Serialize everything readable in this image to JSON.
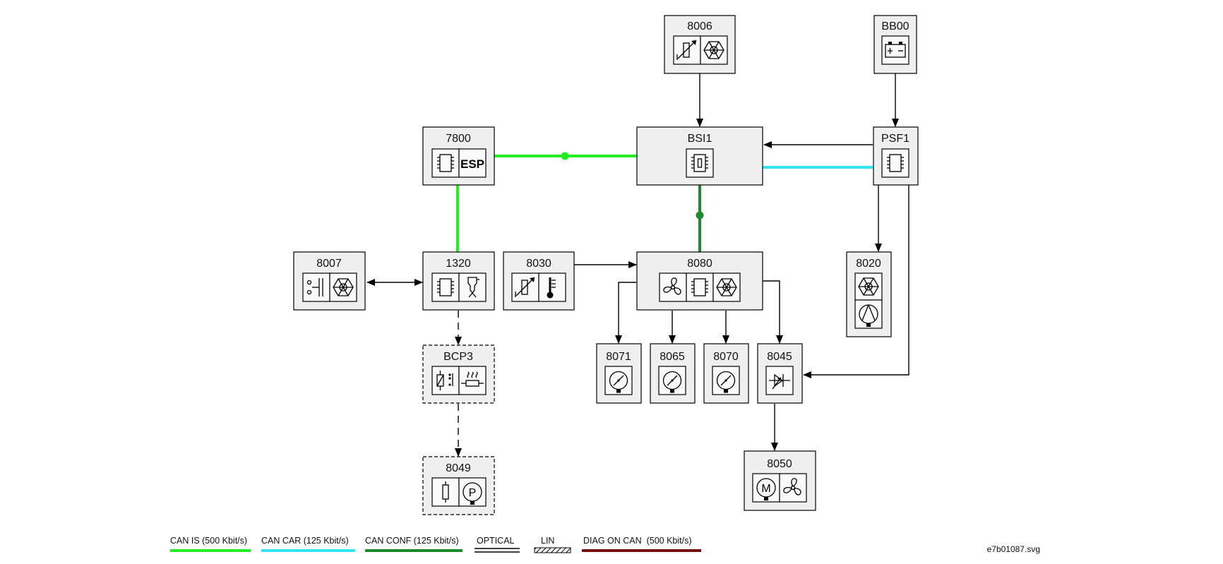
{
  "nodes": {
    "n8006": {
      "label": "8006",
      "icons": [
        "sensor-adjust-icon",
        "snowflake-icon"
      ]
    },
    "bb00": {
      "label": "BB00",
      "icons": [
        "battery-icon"
      ]
    },
    "n7800": {
      "label": "7800",
      "icons": [
        "chip-icon",
        "esp-icon"
      ],
      "esp_text": "ESP"
    },
    "bsi1": {
      "label": "BSI1",
      "icons": [
        "fuse-chip-icon"
      ]
    },
    "psf1": {
      "label": "PSF1",
      "icons": [
        "chip-icon"
      ]
    },
    "n8007": {
      "label": "8007",
      "icons": [
        "switch-icon",
        "snowflake-icon"
      ]
    },
    "n1320": {
      "label": "1320",
      "icons": [
        "chip-icon",
        "injector-icon"
      ]
    },
    "n8030": {
      "label": "8030",
      "icons": [
        "sensor-adjust-icon",
        "thermometer-icon"
      ]
    },
    "n8080": {
      "label": "8080",
      "icons": [
        "fan-icon",
        "chip-icon",
        "snowflake-icon"
      ]
    },
    "n8020": {
      "label": "8020",
      "icons": [
        "snowflake-icon",
        "compressor-icon"
      ]
    },
    "bcp3": {
      "label": "BCP3",
      "icons": [
        "relay-icon",
        "heater-icon"
      ]
    },
    "n8071": {
      "label": "8071",
      "icons": [
        "flap-motor-icon"
      ]
    },
    "n8065": {
      "label": "8065",
      "icons": [
        "flap-motor-icon"
      ]
    },
    "n8070": {
      "label": "8070",
      "icons": [
        "flap-motor-icon"
      ]
    },
    "n8045": {
      "label": "8045",
      "icons": [
        "power-module-icon"
      ]
    },
    "n8049": {
      "label": "8049",
      "icons": [
        "resistor-icon",
        "pump-icon"
      ],
      "pump_text": "P"
    },
    "n8050": {
      "label": "8050",
      "icons": [
        "motor-icon",
        "fan-icon"
      ],
      "motor_text": "M"
    }
  },
  "links": [
    {
      "from": "8006",
      "to": "BSI1",
      "kind": "wire"
    },
    {
      "from": "BB00",
      "to": "PSF1",
      "kind": "wire"
    },
    {
      "from": "PSF1",
      "to": "BSI1",
      "kind": "wire"
    },
    {
      "from": "PSF1",
      "to": "8020",
      "kind": "wire"
    },
    {
      "from": "PSF1",
      "to": "8045",
      "kind": "wire"
    },
    {
      "from": "7800",
      "to": "BSI1",
      "kind": "CAN IS"
    },
    {
      "from": "7800",
      "to": "1320",
      "kind": "CAN IS"
    },
    {
      "from": "BSI1",
      "to": "PSF1",
      "kind": "CAN CAR"
    },
    {
      "from": "BSI1",
      "to": "8080",
      "kind": "CAN CONF"
    },
    {
      "from": "8007",
      "to": "1320",
      "kind": "wire-bidirectional"
    },
    {
      "from": "8030",
      "to": "8080",
      "kind": "wire"
    },
    {
      "from": "1320",
      "to": "BCP3",
      "kind": "wire-dashed"
    },
    {
      "from": "BCP3",
      "to": "8049",
      "kind": "wire-dashed"
    },
    {
      "from": "8080",
      "to": "8071",
      "kind": "wire"
    },
    {
      "from": "8080",
      "to": "8065",
      "kind": "wire"
    },
    {
      "from": "8080",
      "to": "8070",
      "kind": "wire"
    },
    {
      "from": "8080",
      "to": "8045",
      "kind": "wire"
    },
    {
      "from": "8045",
      "to": "8050",
      "kind": "wire"
    }
  ],
  "legend": [
    {
      "label": "CAN IS (500 Kbit/s)",
      "color": "#22ee22",
      "style": "solid"
    },
    {
      "label": "CAN CAR (125 Kbit/s)",
      "color": "#33e5f2",
      "style": "solid"
    },
    {
      "label": "CAN CONF (125 Kbit/s)",
      "color": "#1d8a2d",
      "style": "solid"
    },
    {
      "label": "OPTICAL",
      "color": "#000000",
      "style": "double"
    },
    {
      "label": "LIN",
      "color": "#000000",
      "style": "hatched"
    },
    {
      "label": "DIAG ON CAN  (500 Kbit/s)",
      "color": "#7a0f0f",
      "style": "solid"
    }
  ],
  "filename": "e7b01087.svg"
}
